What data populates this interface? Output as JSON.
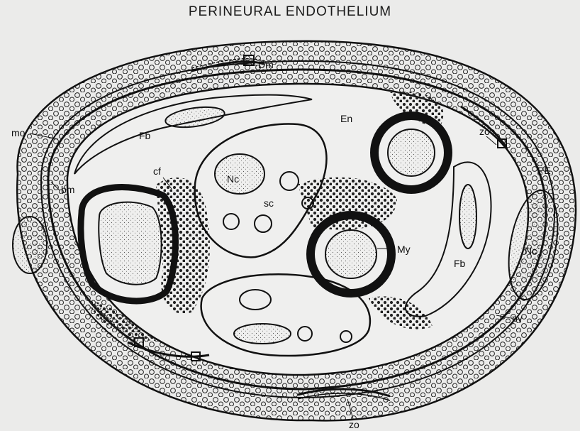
{
  "title": "PERINEURAL ENDOTHELIUM",
  "labels": {
    "dm": "Dm",
    "mo": "mo",
    "fb_left": "Fb",
    "en": "En",
    "zo_right": "zo",
    "pe": "PE",
    "bm": "bm",
    "cf": "cf",
    "nc_inner": "Nc",
    "sc": "sc",
    "my": "My",
    "fb_right": "Fb",
    "nc_right": "Nc",
    "pv": "pv",
    "zo_bottom": "zo"
  },
  "colors": {
    "ink": "#111111",
    "paper": "#ebebea",
    "stipple": "#555555"
  }
}
